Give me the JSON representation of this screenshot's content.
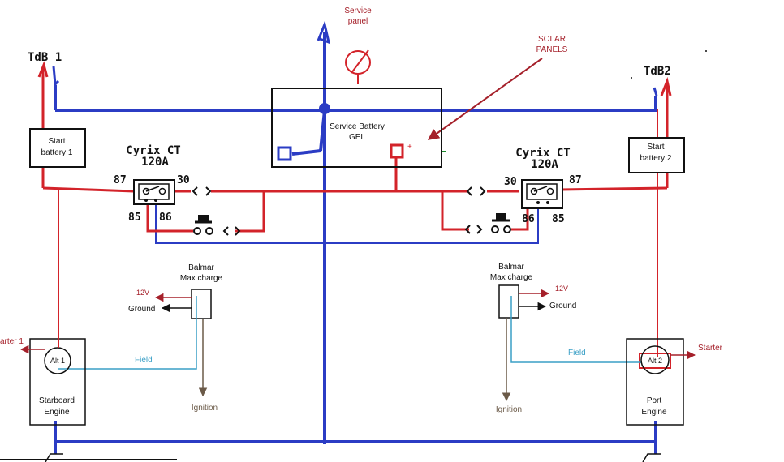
{
  "colors": {
    "ground_wire": "#2b3cc4",
    "positive_wire": "#d3232a",
    "field_wire": "#3a9fc6",
    "label_red": "#a5202a",
    "ignition": "#6b5a48",
    "box": "#111111"
  },
  "labels": {
    "tdb1": "TdB 1",
    "tdb2": "TdB2",
    "service_panel": [
      "Service",
      "panel"
    ],
    "solar_panels": [
      "SOLAR",
      "PANELS"
    ],
    "service_battery": [
      "Service Battery",
      "GEL"
    ],
    "service_plus": "+",
    "start_battery_1": [
      "Start",
      "battery 1"
    ],
    "start_battery_2": [
      "Start",
      "battery 2"
    ],
    "cyrix_left": [
      "Cyrix CT",
      "120A"
    ],
    "cyrix_right": [
      "Cyrix CT",
      "120A"
    ],
    "relay_left_terms": {
      "t87": "87",
      "t30": "30",
      "t85": "85",
      "t86": "86"
    },
    "relay_right_terms": {
      "t30": "30",
      "t87": "87",
      "t86": "86",
      "t85": "85"
    },
    "balmar_left": [
      "Balmar",
      "Max charge"
    ],
    "balmar_right": [
      "Balmar",
      "Max charge"
    ],
    "v12_left": "12V",
    "v12_right": "12V",
    "ground_left": "Ground",
    "ground_right": "Ground",
    "field_left": "Field",
    "field_right": "Field",
    "ignition_left": "Ignition",
    "ignition_right": "Ignition",
    "alt1": "Alt 1",
    "alt2": "Alt 2",
    "starter_left": "arter 1",
    "starter_right": "Starter",
    "engine_left": [
      "Starboard",
      "Engine"
    ],
    "engine_right": [
      "Port",
      "Engine"
    ]
  }
}
